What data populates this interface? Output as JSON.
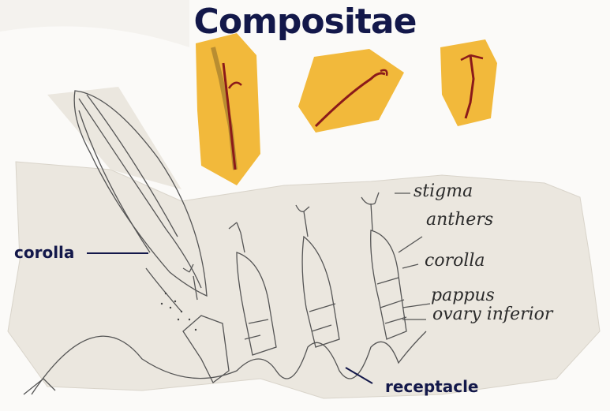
{
  "title": "Compositae",
  "labels": {
    "corolla_left": "corolla",
    "receptacle": "receptacle",
    "stigma": "stigma",
    "anthers": "anthers",
    "corolla_right": "corolla",
    "pappus": "pappus",
    "ovary": "ovary inferior"
  },
  "colors": {
    "title": "#13184a",
    "specimen_paper": "#f2b93b",
    "specimen_stalk": "#8b1a1a",
    "sketch_paper": "#ece8e0",
    "pencil": "#555555"
  }
}
